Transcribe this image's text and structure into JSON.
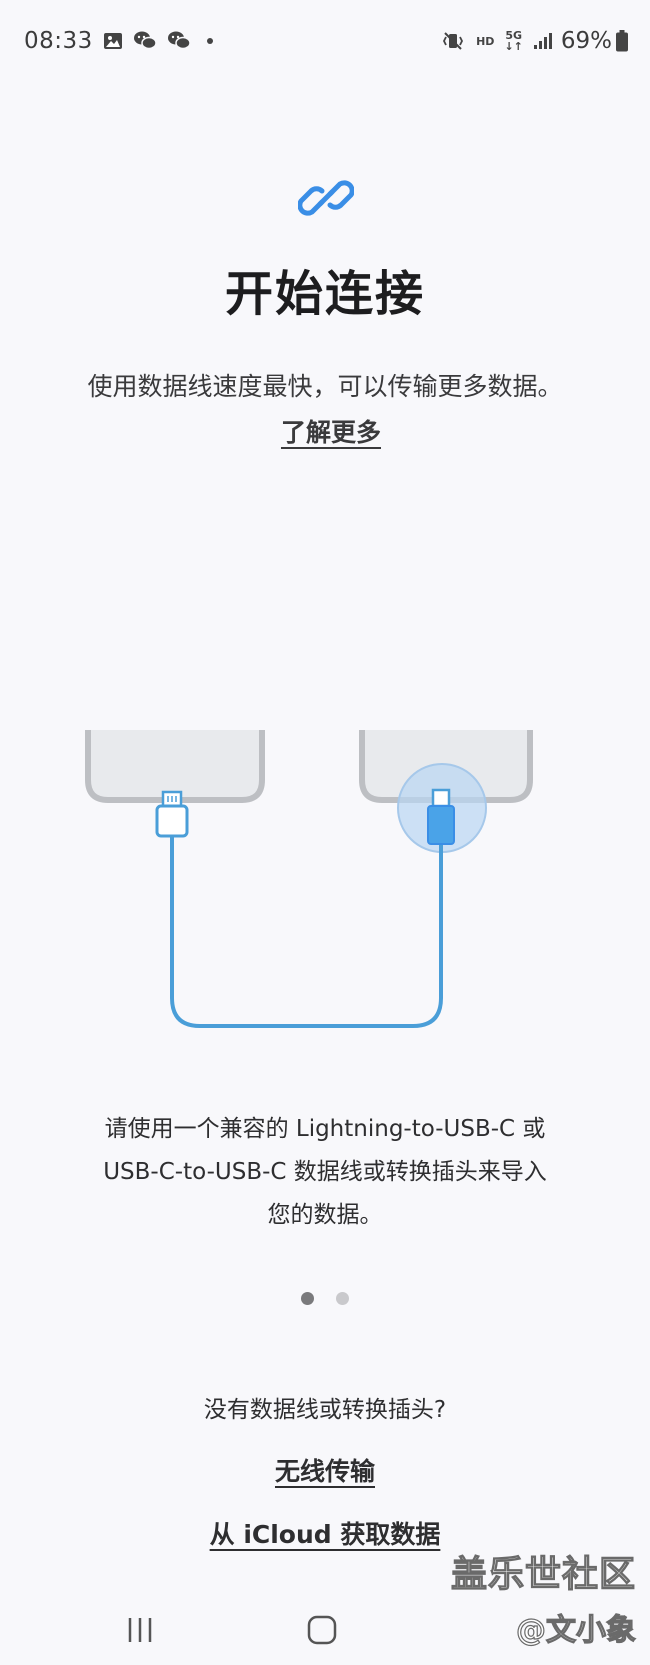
{
  "status_bar": {
    "time": "08:33",
    "hd": "HD",
    "net": "5G",
    "battery": "69%"
  },
  "main": {
    "title": "开始连接",
    "intro": "使用数据线速度最快，可以传输更多数据。",
    "learn_more": "了解更多",
    "instruction_line1": "请使用一个兼容的 Lightning-to-USB-C 或",
    "instruction_line2": "USB-C-to-USB-C 数据线或转换插头来导入",
    "instruction_line3": "您的数据。",
    "page_count": 2,
    "active_page": 1
  },
  "footer": {
    "no_cable": "没有数据线或转换插头?",
    "wireless": "无线传输",
    "icloud": "从 iCloud 获取数据"
  },
  "watermark": {
    "line1": "盖乐世社区",
    "line2": "@文小象"
  },
  "colors": {
    "accent_blue": "#3a8ee6",
    "cable_blue": "#4a9ed8",
    "background": "#f8f8fb"
  },
  "icons": {
    "link": "link-icon",
    "mute": "vibrate-mute-icon",
    "signal": "signal-icon",
    "battery": "battery-icon"
  }
}
